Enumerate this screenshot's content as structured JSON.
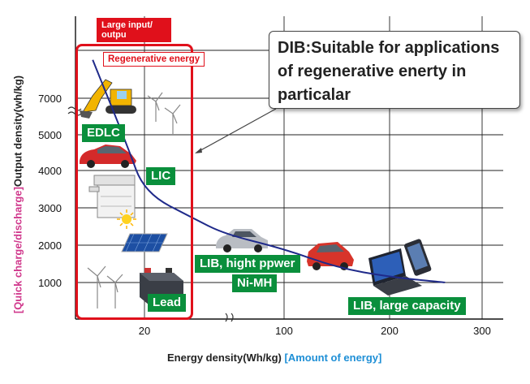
{
  "chart_data": {
    "type": "line",
    "xlabel": "Energy density(Wh/kg)",
    "xlabel_note": "[Amount of energy]",
    "ylabel": "Output density(wh/kg)",
    "ylabel_note": "[Quick charge/discharge]",
    "x_ticks": [
      "20",
      "100",
      "200",
      "300"
    ],
    "y_ticks": [
      "1000",
      "2000",
      "3000",
      "4000",
      "5000",
      "7000"
    ],
    "axis_breaks": [
      "x",
      "y"
    ],
    "grid": true,
    "x": [
      5,
      15,
      20,
      40,
      60,
      100,
      150,
      200,
      260
    ],
    "y": [
      7800,
      4700,
      3400,
      2700,
      2300,
      1900,
      1400,
      1150,
      1000
    ],
    "series_color": "#1f2a8a"
  },
  "annotations": {
    "large_io": "Large input/ outpu",
    "regenerative": "Regenerative energy",
    "callout": "DIB:Suitable for applications of regenerative enerty in particalar"
  },
  "device_tags": {
    "edlc": "EDLC",
    "lic": "LIC",
    "lead": "Lead",
    "lib_high_power": "LIB, hight ppwer",
    "nimh": "Ni-MH",
    "lib_large": "LIB, large capacity"
  },
  "colors": {
    "frame_red": "#e0101b",
    "tag_green": "#0a8f3c",
    "quick_pink": "#d0388c",
    "amount_blue": "#1e8fd6"
  },
  "icons": [
    "excavator-icon",
    "wind-turbine-icon",
    "car-icon",
    "copier-icon",
    "sun-icon",
    "solar-panel-icon",
    "battery-icon",
    "smartphone-icon",
    "laptop-icon"
  ]
}
